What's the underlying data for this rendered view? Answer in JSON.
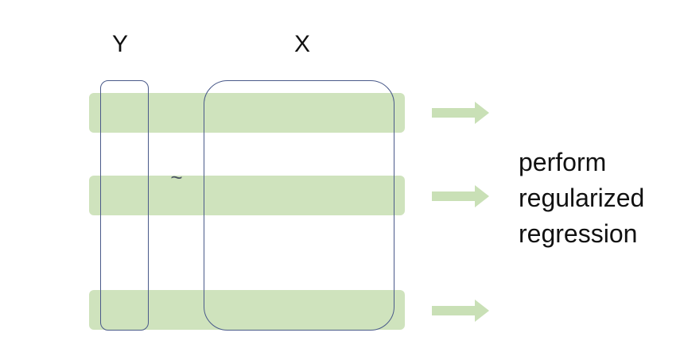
{
  "labels": {
    "y": "Y",
    "x": "X",
    "relation": "~"
  },
  "side_text": {
    "lines": [
      "perform",
      "regularized",
      "regression"
    ]
  },
  "colors": {
    "band": "#cfe3bd",
    "arrow": "#c9e0b6",
    "matrix_border": "#4a5a8a",
    "text": "#111111"
  },
  "band_count": 3,
  "arrow_count": 3
}
